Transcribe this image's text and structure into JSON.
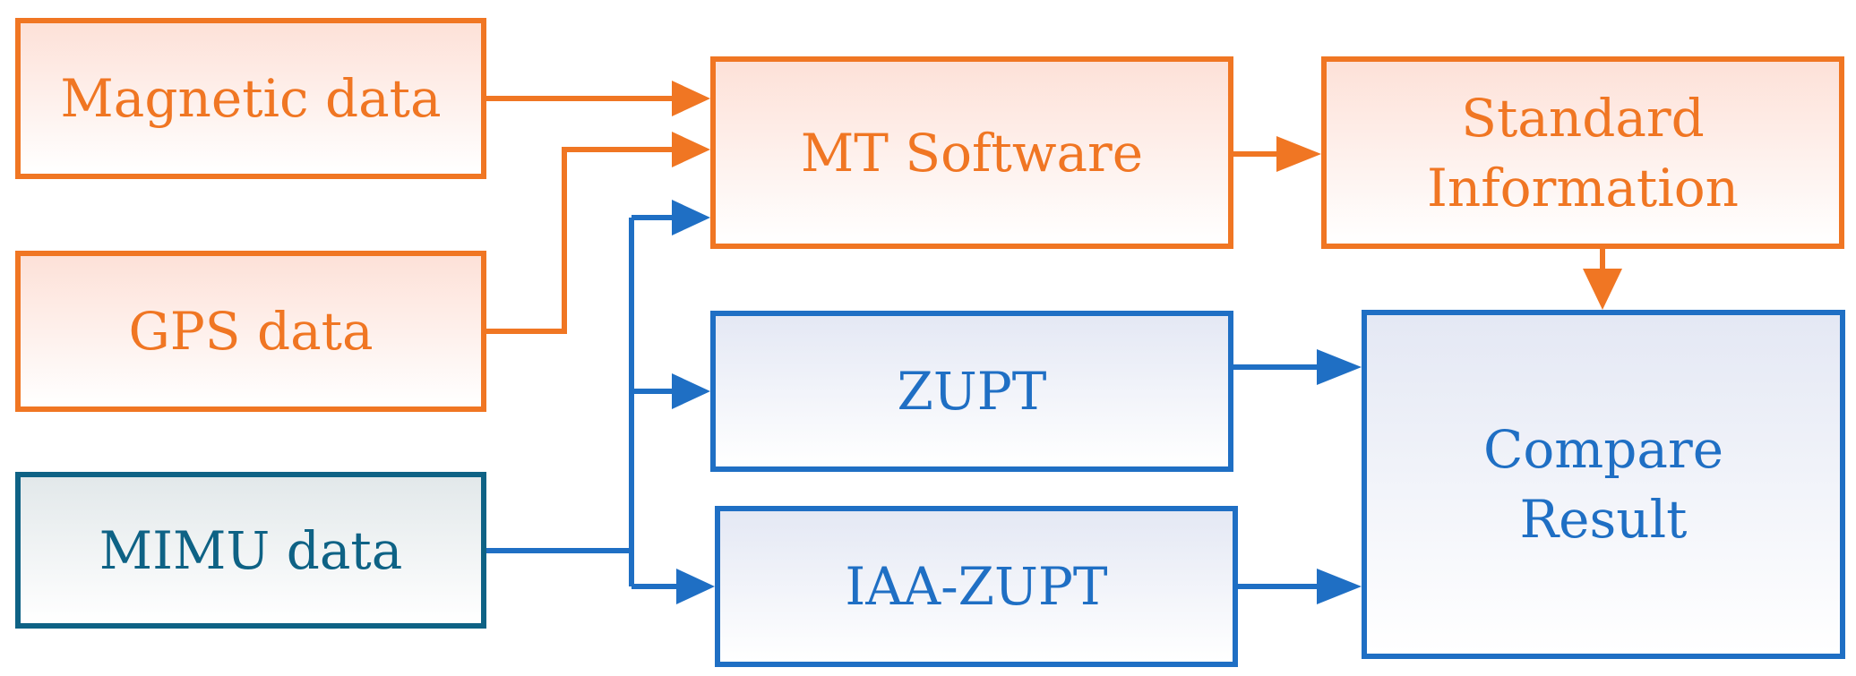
{
  "colors": {
    "orange": "#f07623",
    "blue": "#1f6fc4",
    "teal": "#0e6285"
  },
  "nodes": {
    "magnetic": {
      "label": "Magnetic data"
    },
    "gps": {
      "label": "GPS data"
    },
    "mimu": {
      "label": "MIMU data"
    },
    "mt_software": {
      "label": "MT Software"
    },
    "standard_info": {
      "lines": [
        "Standard",
        "Information"
      ]
    },
    "zupt": {
      "label": "ZUPT"
    },
    "iaa_zupt": {
      "label": "IAA-ZUPT"
    },
    "compare": {
      "lines": [
        "Compare",
        "Result"
      ]
    }
  },
  "edges": [
    {
      "from": "Magnetic data",
      "to": "MT Software",
      "color": "orange"
    },
    {
      "from": "GPS data",
      "to": "MT Software",
      "color": "orange"
    },
    {
      "from": "MIMU data",
      "to": "MT Software",
      "color": "blue"
    },
    {
      "from": "MIMU data",
      "to": "ZUPT",
      "color": "blue"
    },
    {
      "from": "MIMU data",
      "to": "IAA-ZUPT",
      "color": "blue"
    },
    {
      "from": "MT Software",
      "to": "Standard Information",
      "color": "orange"
    },
    {
      "from": "Standard Information",
      "to": "Compare Result",
      "color": "orange"
    },
    {
      "from": "ZUPT",
      "to": "Compare Result",
      "color": "blue"
    },
    {
      "from": "IAA-ZUPT",
      "to": "Compare Result",
      "color": "blue"
    }
  ]
}
